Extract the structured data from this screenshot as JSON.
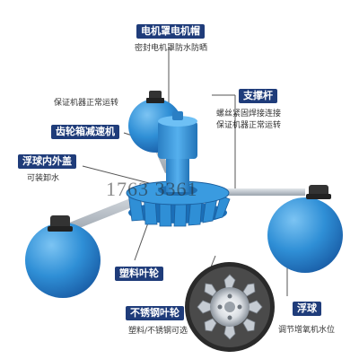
{
  "labels": {
    "motor_cover": "电机罩电机帽",
    "motor_cover_note": "密封电机罩防水防晒",
    "support_rod": "支撑杆",
    "support_rod_note1": "螺丝紧固焊接连接",
    "support_rod_note2": "保证机器正常运转",
    "gearbox_note": "保证机器正常运转",
    "gearbox": "齿轮箱减速机",
    "float_cover": "浮球内外盖",
    "float_cover_note": "可装卸水",
    "plastic_impeller": "塑料叶轮",
    "steel_impeller": "不锈钢叶轮",
    "steel_impeller_note": "塑料/不锈钢可选",
    "float_ball": "浮球",
    "float_ball_note": "调节增氧机水位"
  },
  "watermark": "1763  3361",
  "colors": {
    "label_bg": "#1f3c7a",
    "float_blue": "#2f8fd6",
    "body_blue": "#3a9be0",
    "rod_gray": "#b8bfc8"
  }
}
